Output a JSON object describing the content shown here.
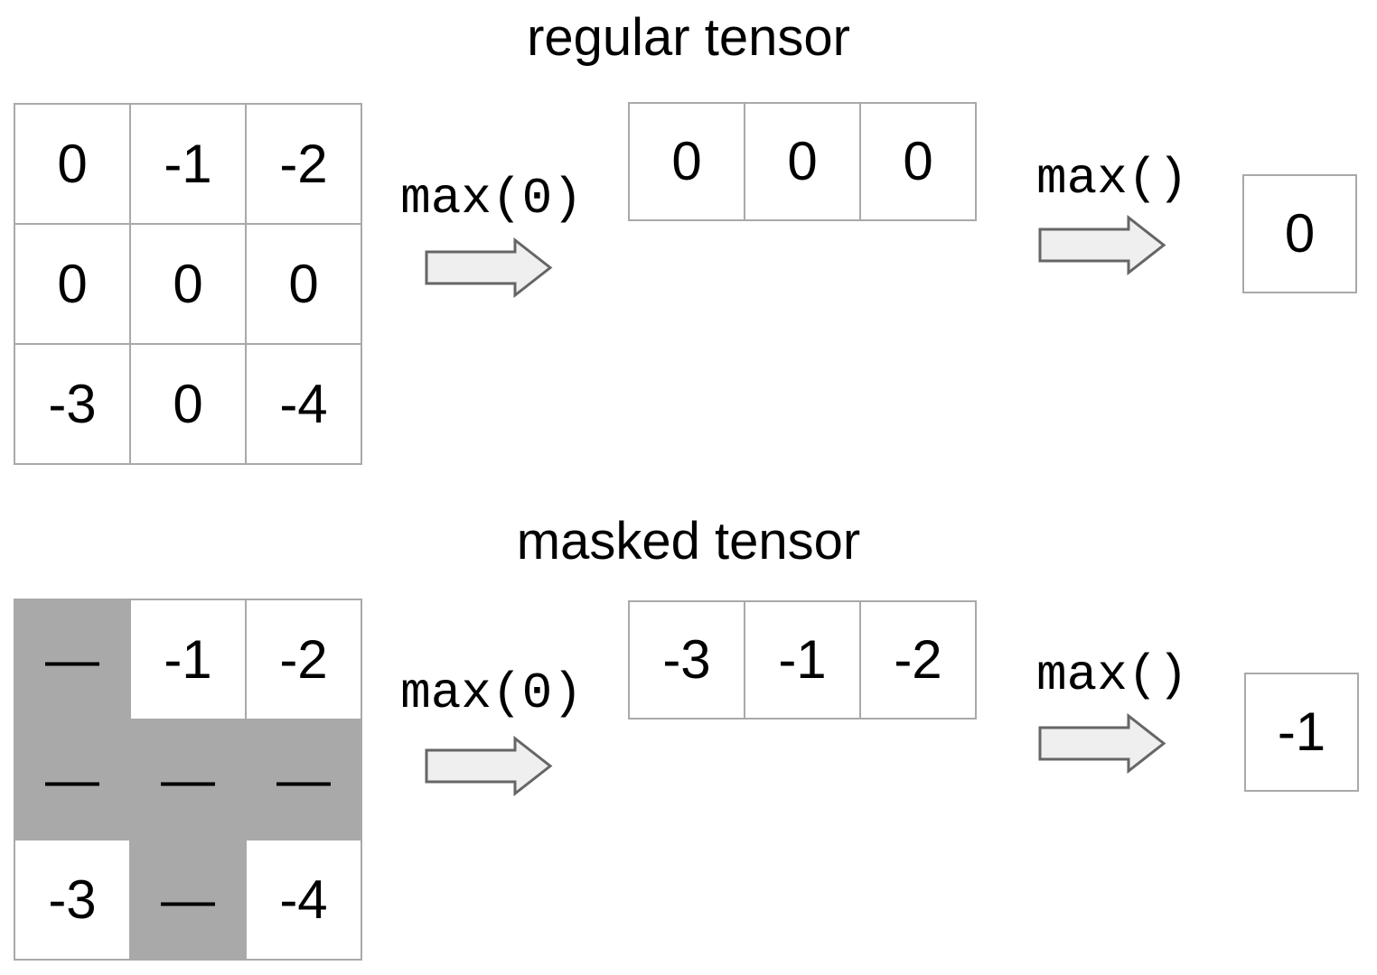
{
  "sections": {
    "regular": {
      "title": "regular tensor",
      "matrix": [
        [
          "0",
          "-1",
          "-2"
        ],
        [
          "0",
          "0",
          "0"
        ],
        [
          "-3",
          "0",
          "-4"
        ]
      ],
      "op1": "max(0)",
      "row_result": [
        "0",
        "0",
        "0"
      ],
      "op2": "max()",
      "final_result": "0"
    },
    "masked": {
      "title": "masked tensor",
      "matrix": [
        [
          null,
          "-1",
          "-2"
        ],
        [
          null,
          null,
          null
        ],
        [
          "-3",
          null,
          "-4"
        ]
      ],
      "mask_symbol": "—",
      "op1": "max(0)",
      "row_result": [
        "-3",
        "-1",
        "-2"
      ],
      "op2": "max()",
      "final_result": "-1"
    }
  },
  "colors": {
    "grid_line": "#a9a9a9",
    "mask_fill": "#a9a9a9",
    "arrow_fill": "#efefef",
    "arrow_stroke": "#666666",
    "text": "#000000",
    "background": "#ffffff"
  }
}
